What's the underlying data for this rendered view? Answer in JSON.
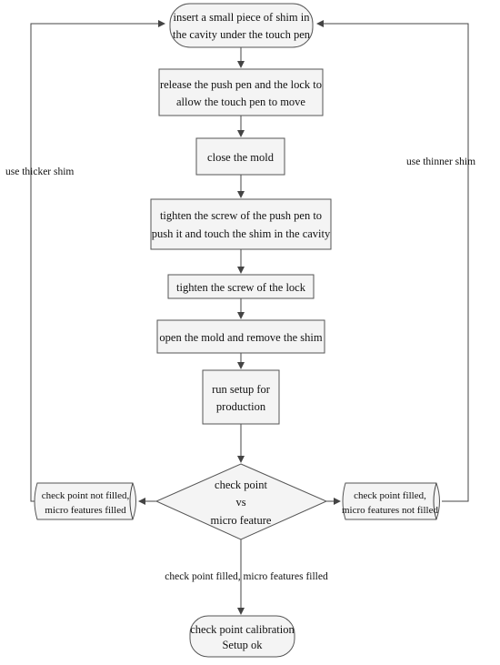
{
  "diagram": {
    "type": "flowchart",
    "nodes": {
      "start": {
        "line1": "insert a small piece of shim in",
        "line2": "the cavity under the touch pen"
      },
      "release": {
        "line1": "release the push pen and the lock to",
        "line2": "allow the touch pen to move"
      },
      "close": {
        "line1": "close the mold"
      },
      "tighten_push": {
        "line1": "tighten the screw of the push pen to",
        "line2": "push it  and touch the shim in the cavity"
      },
      "tighten_lock": {
        "line1": "tighten the screw of the lock"
      },
      "open": {
        "line1": "open the mold and remove the shim"
      },
      "setup": {
        "line1": "run setup for",
        "line2": "production"
      },
      "decision": {
        "line1": "check point",
        "line2": "vs",
        "line3": "micro feature"
      },
      "left_result": {
        "line1": "check point not filled,",
        "line2": "micro features filled"
      },
      "right_result": {
        "line1": "check point filled,",
        "line2": "micro features not filled"
      },
      "end": {
        "line1": "check point calibration",
        "line2": "Setup ok"
      }
    },
    "edges": {
      "left_loop": "use thicker shim",
      "right_loop": "use thinner shim",
      "bottom": "check point filled, micro features filled"
    }
  }
}
